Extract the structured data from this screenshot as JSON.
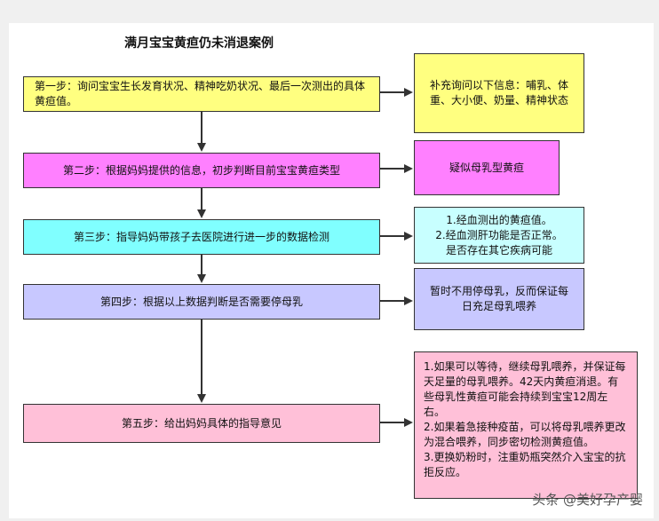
{
  "title": "满月宝宝黄疸仍未消退案例",
  "steps": [
    {
      "text": "第一步：询问宝宝生长发育状况、精神吃奶状况、最后一次测出的具体黄疸值。",
      "result": "补充询问以下信息：哺乳、体重、大小便、奶量、精神状态"
    },
    {
      "text": "第二步：根据妈妈提供的信息，初步判断目前宝宝黄疸类型",
      "result": "疑似母乳型黄疸"
    },
    {
      "text": "第三步：指导妈妈带孩子去医院进行进一步的数据检测",
      "result": "1.经血测出的黄疸值。\n2.经血测肝功能是否正常。\n是否存在其它疾病可能"
    },
    {
      "text": "第四步：根据以上数据判断是否需要停母乳",
      "result": "暂时不用停母乳，反而保证每日充足母乳喂养"
    },
    {
      "text": "第五步：给出妈妈具体的指导意见",
      "result": "1.如果可以等待，继续母乳喂养，并保证每天足量的母乳喂养。42天内黄疸消退。有些母乳性黄疸可能会持续到宝宝12周左右。\n2.如果着急接种疫苗，可以将母乳喂养更改为混合喂养，同步密切检测黄疸值。\n3.更换奶粉时，注重奶瓶突然介入宝宝的抗拒反应。"
    }
  ],
  "watermark": "头条 @美好孕产婴",
  "colors": {
    "step1": "#ffff80",
    "step2": "#ff80ff",
    "step3": "#80ffff",
    "step4": "#c8c8ff",
    "step5": "#ffc0d8",
    "arrow": "#333333"
  }
}
